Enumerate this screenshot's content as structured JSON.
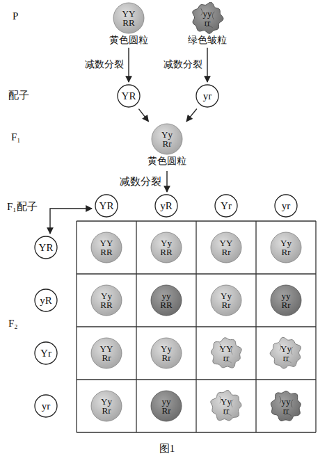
{
  "diagram": {
    "caption": "图1",
    "nodes": [
      {
        "text": [
          "YY RR",
          "黄色圆粒"
        ]
      },
      {
        "text": [
          "yy rr",
          "绿色皱粒"
        ]
      },
      {
        "text": [
          "YR"
        ]
      },
      {
        "text": [
          "yr"
        ]
      },
      {
        "text": [
          "Yy Rr",
          "黄色圆粒"
        ]
      },
      {
        "text": [
          "YR"
        ]
      },
      {
        "text": [
          "yR"
        ]
      },
      {
        "text": [
          "Yr"
        ]
      },
      {
        "text": [
          "yr"
        ]
      },
      {
        "text": [
          "YR"
        ]
      },
      {
        "text": [
          "yR"
        ]
      },
      {
        "text": [
          "Yr"
        ]
      },
      {
        "text": [
          "yr"
        ]
      },
      {
        "text": [
          "YY RR"
        ]
      },
      {
        "text": [
          "Yy RR"
        ]
      },
      {
        "text": [
          "YY Rr"
        ]
      },
      {
        "text": [
          "Yy Rr"
        ]
      },
      {
        "text": [
          "Yy RR"
        ]
      },
      {
        "text": [
          "yy RR"
        ]
      },
      {
        "text": [
          "Yy Rr"
        ]
      },
      {
        "text": [
          "yy Rr"
        ]
      },
      {
        "text": [
          "YY Rr"
        ]
      },
      {
        "text": [
          "Yy Rr"
        ]
      },
      {
        "text": [
          "YY rr"
        ]
      },
      {
        "text": [
          "Yy rr"
        ]
      },
      {
        "text": [
          "Yy Rr"
        ]
      },
      {
        "text": [
          "yy Rr"
        ]
      },
      {
        "text": [
          "Yy rr"
        ]
      },
      {
        "text": [
          "yy rr"
        ]
      }
    ],
    "edges": [
      {
        "from": 0,
        "to": 2,
        "arrow": "to",
        "label": "减数分裂"
      },
      {
        "from": 1,
        "to": 3,
        "arrow": "to",
        "label": "减数分裂"
      },
      {
        "from": 2,
        "to": 4,
        "arrow": "to"
      },
      {
        "from": 3,
        "to": 4,
        "arrow": "to"
      }
    ],
    "labels": [
      "P",
      "配子",
      "F₁",
      "减数分裂",
      "F₁配子",
      "F₂"
    ]
  }
}
